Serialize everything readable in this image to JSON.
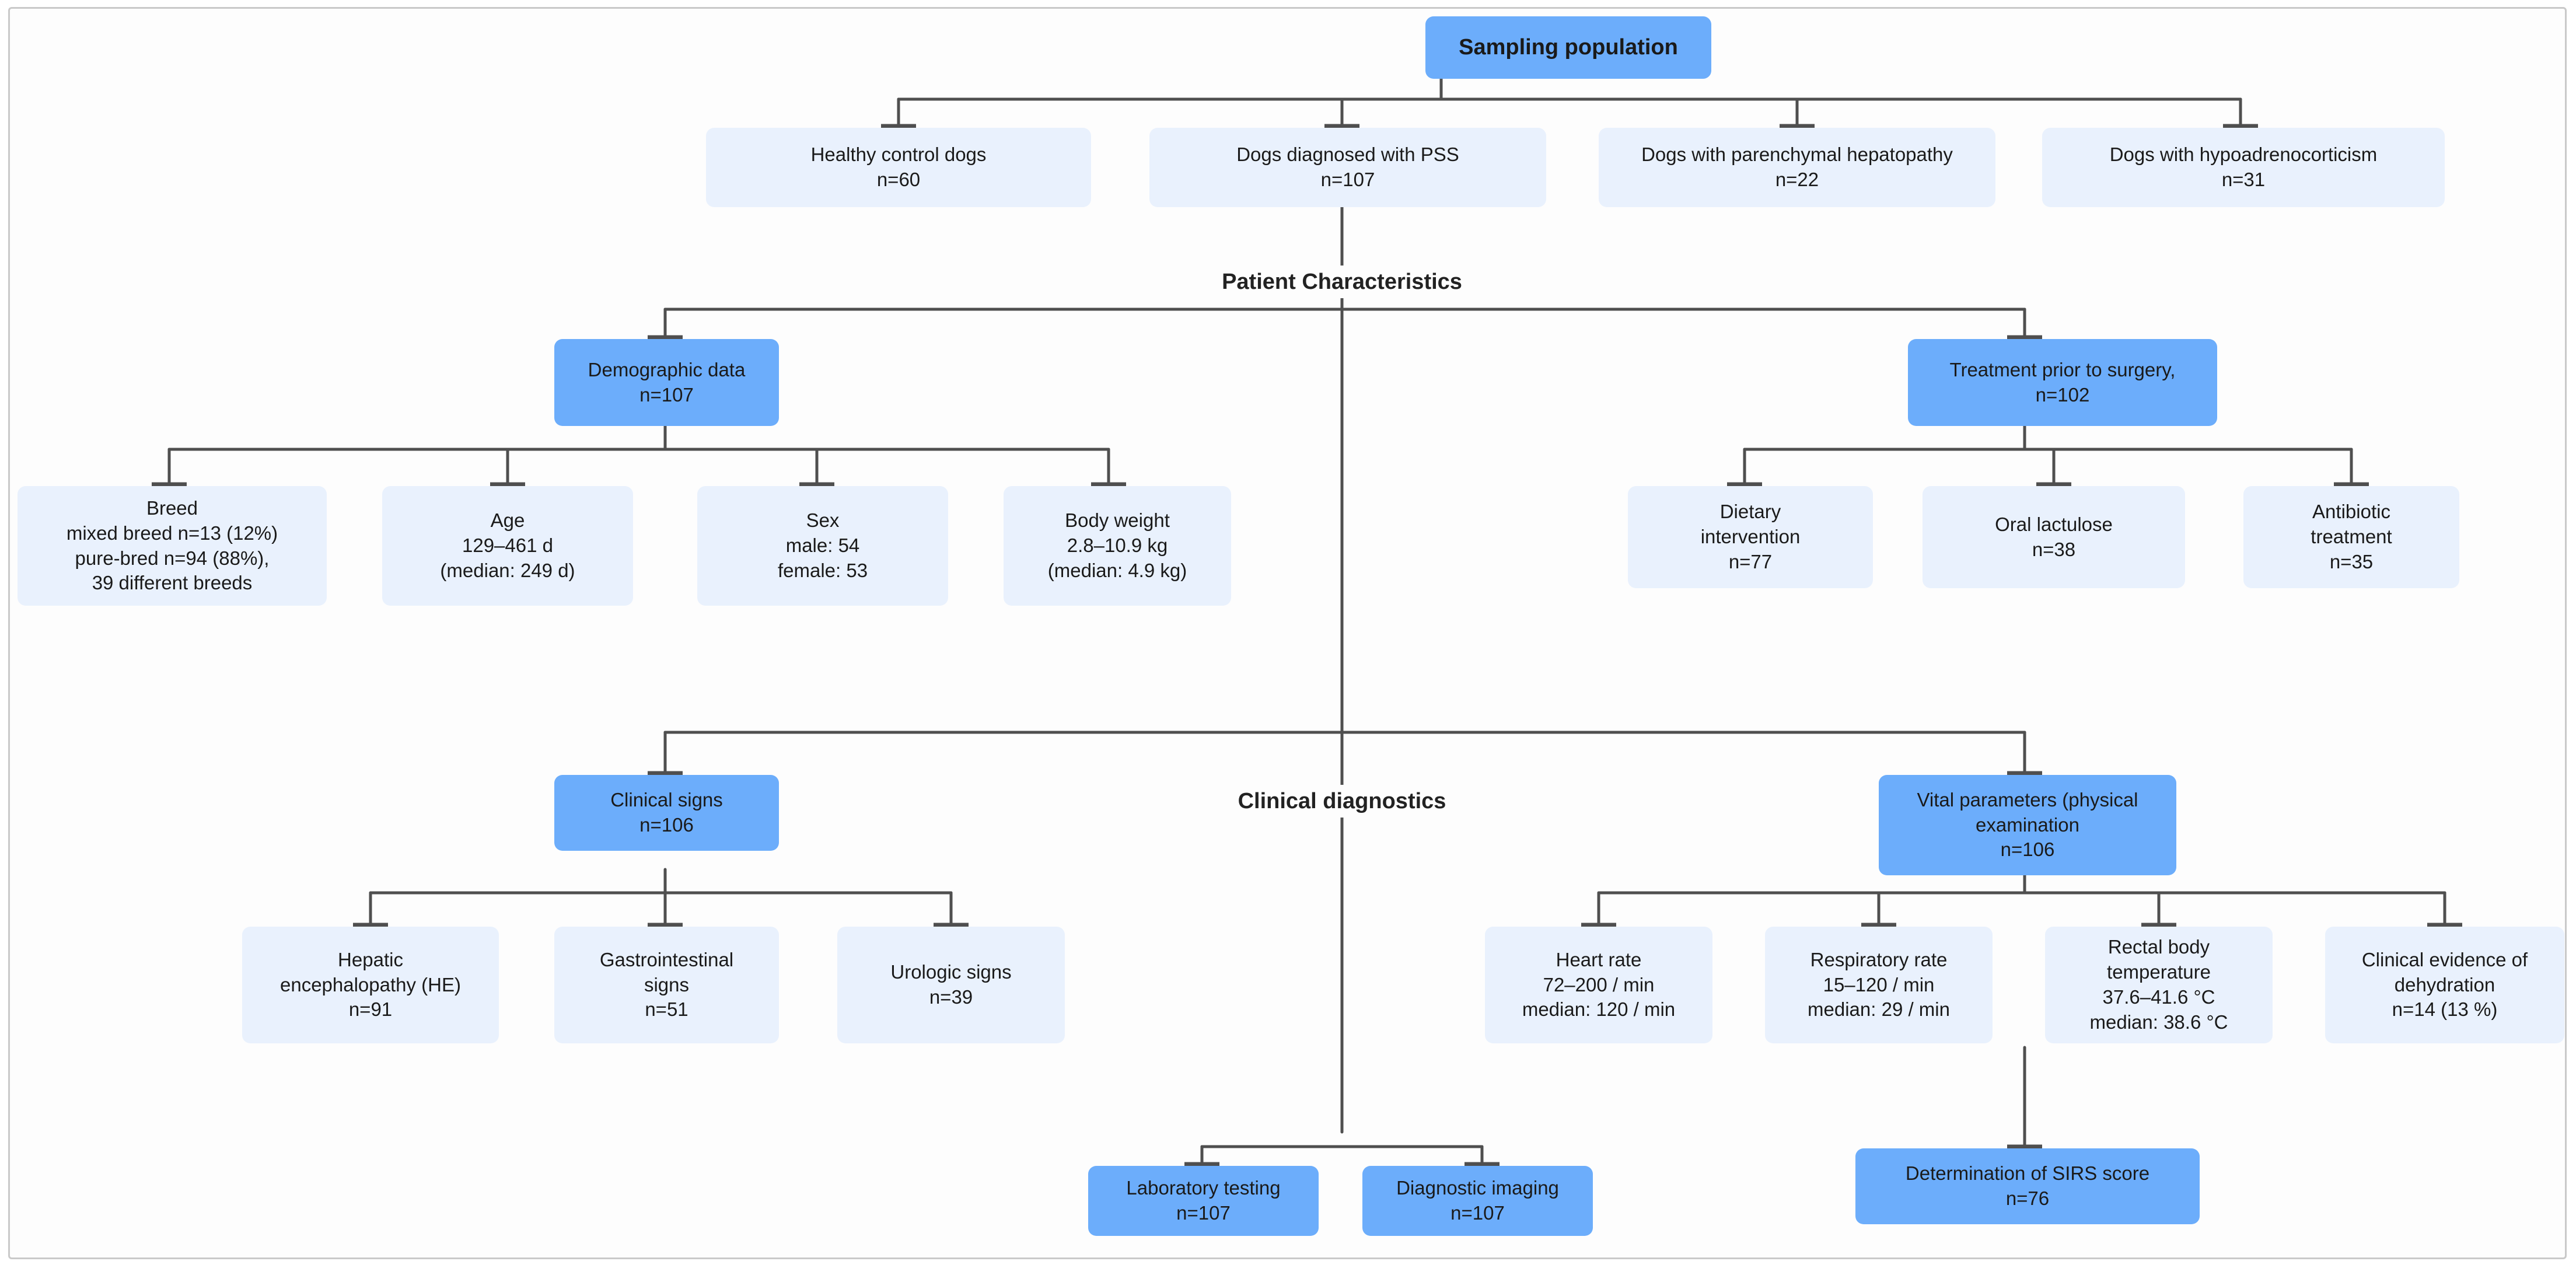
{
  "diagram": {
    "title_node": {
      "text": "Sampling population"
    },
    "section_labels": [
      {
        "key": "patient_characteristics",
        "text": "Patient Characteristics"
      },
      {
        "key": "clinical_diagnostics",
        "text": "Clinical diagnostics"
      }
    ],
    "colors": {
      "accent_blue": "#6cadfb",
      "pale_blue": "#e9f1fd",
      "connector": "#4f4f4f",
      "text": "#1a1a1a",
      "frame_border": "#c9c9c9",
      "page_background": "#ffffff"
    },
    "cohorts": [
      {
        "key": "healthy_controls",
        "text": "Healthy control dogs\nn=60"
      },
      {
        "key": "pss",
        "text": "Dogs diagnosed with PSS\nn=107"
      },
      {
        "key": "parenchymal_hepatopathy",
        "text": "Dogs with parenchymal hepatopathy\nn=22"
      },
      {
        "key": "hypoadrenocorticism",
        "text": "Dogs with hypoadrenocorticism\nn=31"
      }
    ],
    "demographics": {
      "parent": {
        "key": "demographic_data",
        "text": "Demographic data\nn=107"
      },
      "children": [
        {
          "key": "breed",
          "text": "Breed\nmixed breed n=13 (12%)\npure-bred n=94 (88%),\n39 different breeds"
        },
        {
          "key": "age",
          "text": "Age\n129–461 d\n(median: 249 d)"
        },
        {
          "key": "sex",
          "text": "Sex\nmale: 54\nfemale: 53"
        },
        {
          "key": "body_weight",
          "text": "Body weight\n2.8–10.9 kg\n(median: 4.9 kg)"
        }
      ]
    },
    "treatment": {
      "parent": {
        "key": "treatment_prior_surgery",
        "text": "Treatment prior to surgery,\nn=102"
      },
      "children": [
        {
          "key": "dietary_intervention",
          "text": "Dietary\nintervention\nn=77"
        },
        {
          "key": "oral_lactulose",
          "text": "Oral lactulose\nn=38"
        },
        {
          "key": "antibiotic_treatment",
          "text": "Antibiotic\ntreatment\nn=35"
        }
      ]
    },
    "clinical_signs": {
      "parent": {
        "key": "clinical_signs",
        "text": "Clinical signs\nn=106"
      },
      "children": [
        {
          "key": "hepatic_encephalopathy",
          "text": "Hepatic\nencephalopathy (HE)\nn=91"
        },
        {
          "key": "gastrointestinal_signs",
          "text": "Gastrointestinal\nsigns\nn=51"
        },
        {
          "key": "urologic_signs",
          "text": "Urologic signs\nn=39"
        }
      ]
    },
    "vital_parameters": {
      "parent": {
        "key": "vital_parameters",
        "text": "Vital parameters (physical\nexamination\nn=106"
      },
      "children": [
        {
          "key": "heart_rate",
          "text": "Heart rate\n72–200 / min\nmedian: 120 / min"
        },
        {
          "key": "respiratory_rate",
          "text": "Respiratory rate\n15–120 / min\nmedian: 29 / min"
        },
        {
          "key": "rectal_body_temperature",
          "text": "Rectal body\ntemperature\n37.6–41.6 °C\nmedian: 38.6 °C"
        },
        {
          "key": "clinical_evidence_dehydration",
          "text": "Clinical evidence of\ndehydration\nn=14 (13 %)"
        }
      ],
      "sirs": {
        "key": "sirs_score",
        "text": "Determination of SIRS score\nn=76"
      }
    },
    "diagnostics_bottom": [
      {
        "key": "laboratory_testing",
        "text": "Laboratory testing\nn=107"
      },
      {
        "key": "diagnostic_imaging",
        "text": "Diagnostic imaging\nn=107"
      }
    ]
  }
}
